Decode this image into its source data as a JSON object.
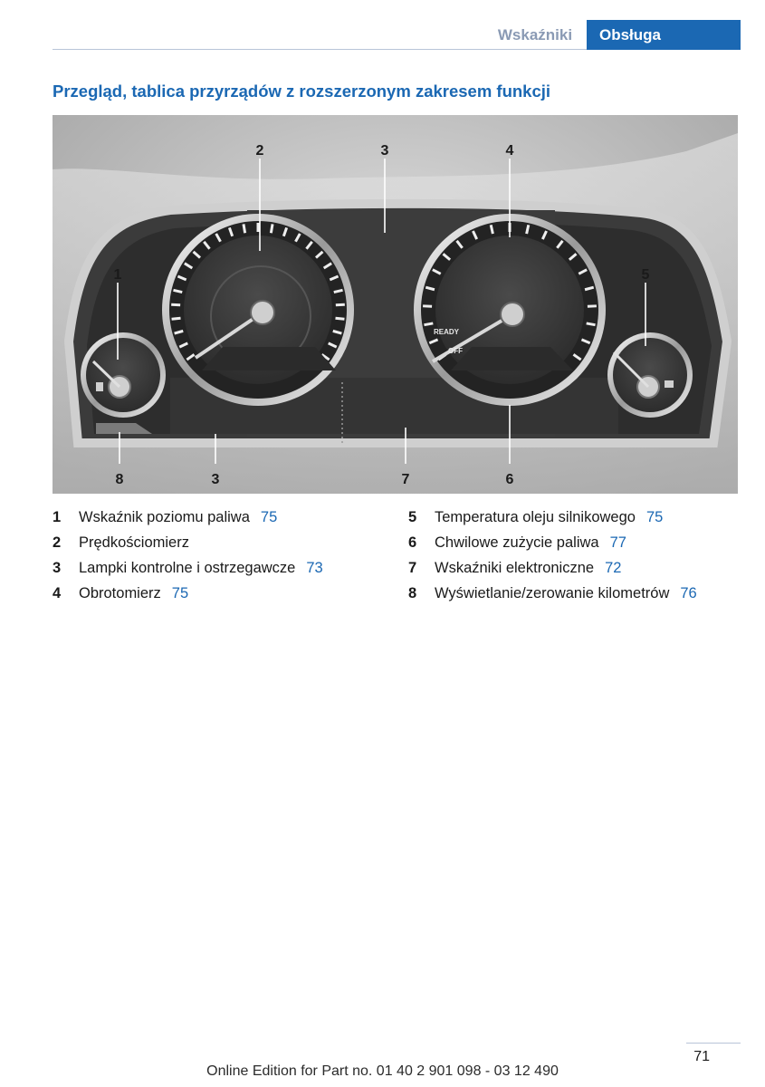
{
  "header": {
    "tab_inactive": "Wskaźniki",
    "tab_active": "Obsługa"
  },
  "section_title": "Przegląd, tablica przyrządów z rozszerzonym zakresem funkcji",
  "figure": {
    "callouts_top": [
      "2",
      "3",
      "4"
    ],
    "callouts_side": [
      "1",
      "5"
    ],
    "callouts_bottom": [
      "8",
      "3",
      "7",
      "6"
    ],
    "gauge_texts": [
      "READY",
      "OFF"
    ]
  },
  "legend": {
    "left": [
      {
        "num": "1",
        "label": "Wskaźnik poziomu paliwa",
        "ref": "75"
      },
      {
        "num": "2",
        "label": "Prędkościomierz",
        "ref": ""
      },
      {
        "num": "3",
        "label": "Lampki kontrolne i ostrzegawcze",
        "ref": "73"
      },
      {
        "num": "4",
        "label": "Obrotomierz",
        "ref": "75"
      }
    ],
    "right": [
      {
        "num": "5",
        "label": "Temperatura oleju silnikowego",
        "ref": "75"
      },
      {
        "num": "6",
        "label": "Chwilowe zużycie paliwa",
        "ref": "77"
      },
      {
        "num": "7",
        "label": "Wskaźniki elektroniczne",
        "ref": "72"
      },
      {
        "num": "8",
        "label": "Wyświetlanie/zerowanie kilometrów",
        "ref": "76"
      }
    ]
  },
  "footer": {
    "page_number": "71",
    "edition": "Online Edition for Part no. 01 40 2 901 098 - 03 12 490"
  },
  "colors": {
    "accent": "#1b68b3",
    "tab_inactive_text": "#8a9ab4",
    "rule": "#b8c4d8"
  }
}
